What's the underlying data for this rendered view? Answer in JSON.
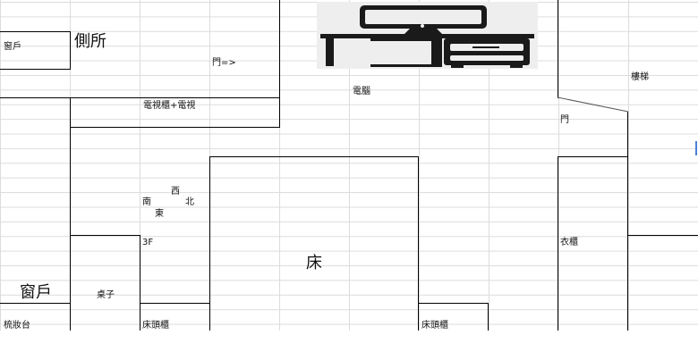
{
  "labels": {
    "window_top": "窗戶",
    "toilet": "側所",
    "door_arrow": "門=>",
    "computer": "電腦",
    "stairs": "樓梯",
    "tv_cabinet": "電視櫃+電視",
    "door": "門",
    "compass_west": "西",
    "compass_south": "南",
    "compass_north": "北",
    "compass_east": "東",
    "floor": "3F",
    "bed": "床",
    "wardrobe": "衣櫃",
    "window_bottom": "窗戶",
    "desk": "桌子",
    "dresser": "梳妝台",
    "nightstand_left": "床頭櫃",
    "nightstand_right": "床頭櫃"
  },
  "colors": {
    "grid": "#dcdcdc",
    "border": "#000000",
    "cursor": "#4a7fd8",
    "icon_fill": "#1a1a1a",
    "icon_bg": "#eeeeee"
  },
  "icons": {
    "tv_furniture": "tv-cabinet-icon"
  }
}
